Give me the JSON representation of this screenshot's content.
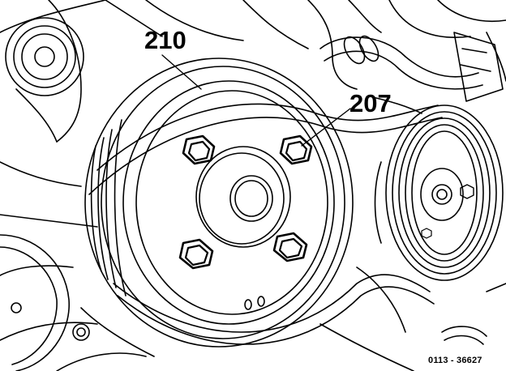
{
  "callouts": {
    "damper_pulley": "210",
    "bolts": "207"
  },
  "reference_code": "0113 - 36627",
  "colors": {
    "line": "#000000",
    "background": "#ffffff"
  }
}
